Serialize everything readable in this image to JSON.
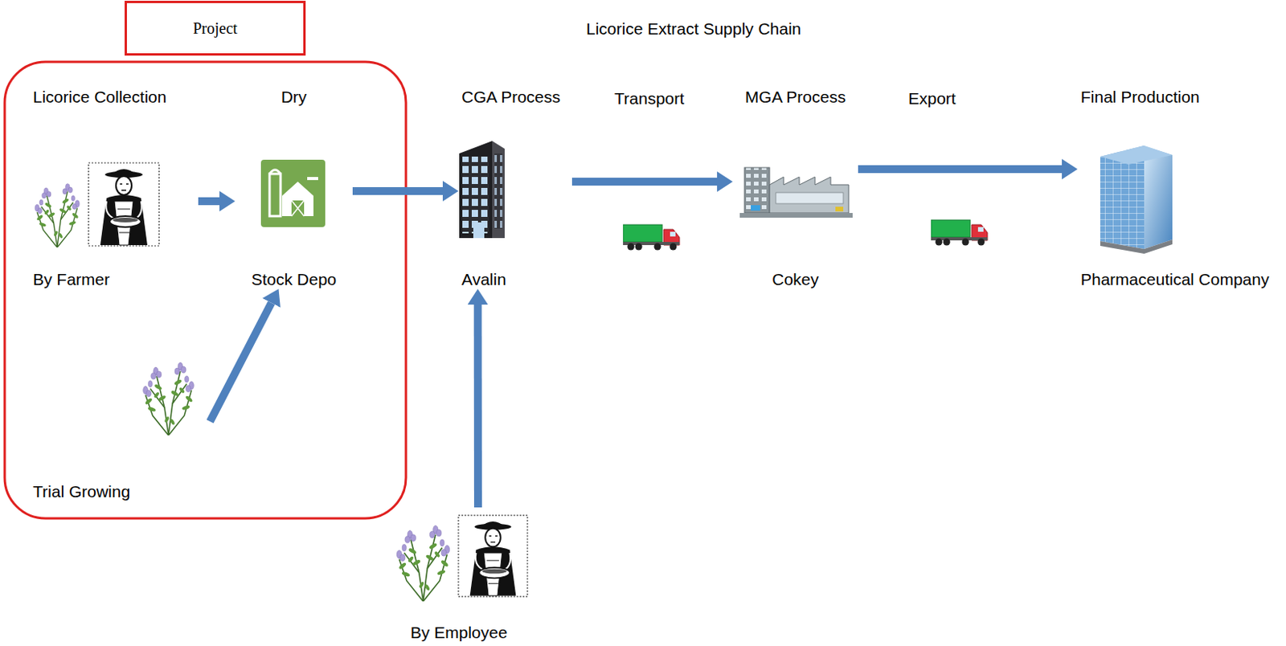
{
  "diagram": {
    "title": "Licorice Extract Supply Chain",
    "nodes": [
      {
        "text": [
          "Project"
        ]
      },
      {
        "text": [
          "Licorice Collection",
          "By Farmer"
        ]
      },
      {
        "text": [
          "Dry",
          "Stock Depo"
        ]
      },
      {
        "text": [
          "Trial Growing"
        ]
      },
      {
        "text": [
          "CGA Process",
          "Avalin"
        ]
      },
      {
        "text": [
          "MGA Process",
          "Cokey"
        ]
      },
      {
        "text": [
          "Final Production",
          "Pharmaceutical Company"
        ]
      },
      {
        "text": [
          "By Employee"
        ]
      }
    ],
    "edges": [
      {
        "from": 1,
        "to": 2,
        "arrow": "to"
      },
      {
        "from": 3,
        "to": 2,
        "arrow": "to"
      },
      {
        "from": 2,
        "to": 4,
        "arrow": "to"
      },
      {
        "from": 7,
        "to": 4,
        "arrow": "to"
      },
      {
        "from": 4,
        "to": 5,
        "label": "Transport",
        "arrow": "to"
      },
      {
        "from": 5,
        "to": 6,
        "label": "Export",
        "arrow": "to"
      }
    ]
  }
}
